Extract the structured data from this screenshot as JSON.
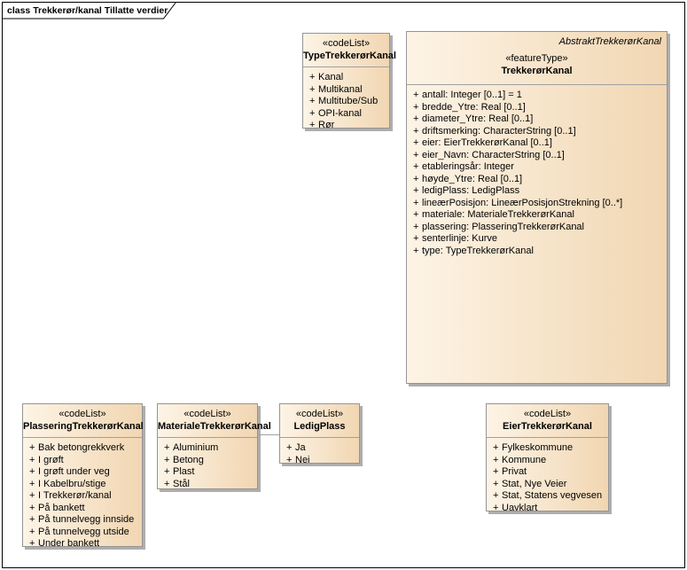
{
  "frame": {
    "title": "class Trekkerør/kanal Tillatte verdier"
  },
  "symbols": {
    "plus": "+"
  },
  "colors": {
    "fill-left": "#fdf4e6",
    "fill-right": "#f1d6b2",
    "box-border": "#949494",
    "divider": "#a0a0a0",
    "shadow": "#aeaeae",
    "frame-border": "#000000",
    "text": "#000000",
    "canvas": "#ffffff"
  },
  "classes": {
    "trekkerorkanal": {
      "parent": "AbstraktTrekkerørKanal",
      "stereotype": "«featureType»",
      "name": "TrekkerørKanal",
      "attributes": [
        "antall: Integer [0..1] = 1",
        "bredde_Ytre: Real [0..1]",
        "diameter_Ytre: Real [0..1]",
        "driftsmerking: CharacterString [0..1]",
        "eier: EierTrekkerørKanal [0..1]",
        "eier_Navn: CharacterString [0..1]",
        "etableringsår: Integer",
        "høyde_Ytre: Real [0..1]",
        "ledigPlass: LedigPlass",
        "lineærPosisjon: LineærPosisjonStrekning [0..*]",
        "materiale: MaterialeTrekkerørKanal",
        "plassering: PlasseringTrekkerørKanal",
        "senterlinje: Kurve",
        "type: TypeTrekkerørKanal"
      ]
    },
    "type": {
      "stereotype": "«codeList»",
      "name": "TypeTrekkerørKanal",
      "items": [
        "Kanal",
        "Multikanal",
        "Multitube/Sub",
        "OPI-kanal",
        "Rør"
      ]
    },
    "plassering": {
      "stereotype": "«codeList»",
      "name": "PlasseringTrekkerørKanal",
      "items": [
        "Bak betongrekkverk",
        "I grøft",
        "I grøft under veg",
        "I Kabelbru/stige",
        "I Trekkerør/kanal",
        "På bankett",
        "På tunnelvegg innside",
        "På tunnelvegg utside",
        "Under bankett"
      ]
    },
    "materiale": {
      "stereotype": "«codeList»",
      "name": "MaterialeTrekkerørKanal",
      "items": [
        "Aluminium",
        "Betong",
        "Plast",
        "Stål"
      ]
    },
    "ledigplass": {
      "stereotype": "«codeList»",
      "name": "LedigPlass",
      "items": [
        "Ja",
        "Nei"
      ]
    },
    "eier": {
      "stereotype": "«codeList»",
      "name": "EierTrekkerørKanal",
      "items": [
        "Fylkeskommune",
        "Kommune",
        "Privat",
        "Stat, Nye Veier",
        "Stat, Statens vegvesen",
        "Uavklart"
      ]
    }
  }
}
